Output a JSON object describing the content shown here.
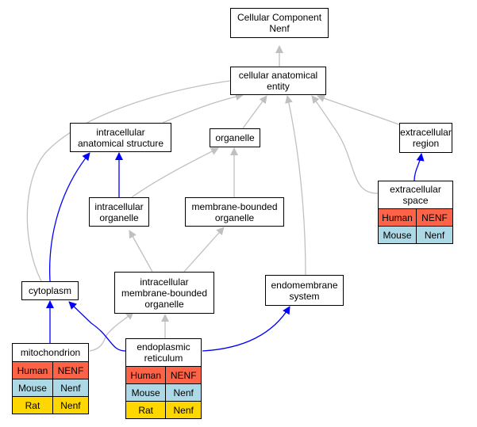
{
  "nodes": {
    "root": {
      "line1": "Cellular Component",
      "line2": "Nenf"
    },
    "cae": {
      "line1": "cellular anatomical",
      "line2": "entity"
    },
    "ias": {
      "line1": "intracellular",
      "line2": "anatomical structure"
    },
    "organelle": {
      "line1": "organelle"
    },
    "ecr": {
      "line1": "extracellular",
      "line2": "region"
    },
    "ico": {
      "line1": "intracellular",
      "line2": "organelle"
    },
    "mbo": {
      "line1": "membrane-bounded",
      "line2": "organelle"
    },
    "ecs": {
      "line1": "extracellular",
      "line2": "space"
    },
    "cytoplasm": {
      "line1": "cytoplasm"
    },
    "imbo": {
      "line1": "intracellular",
      "line2": "membrane-bounded",
      "line3": "organelle"
    },
    "endo": {
      "line1": "endomembrane",
      "line2": "system"
    },
    "mito": {
      "line1": "mitochondrion"
    },
    "er": {
      "line1": "endoplasmic",
      "line2": "reticulum"
    }
  },
  "tables": {
    "ecs": [
      {
        "species": "Human",
        "gene": "NENF"
      },
      {
        "species": "Mouse",
        "gene": "Nenf"
      }
    ],
    "mito": [
      {
        "species": "Human",
        "gene": "NENF"
      },
      {
        "species": "Mouse",
        "gene": "Nenf"
      },
      {
        "species": "Rat",
        "gene": "Nenf"
      }
    ],
    "er": [
      {
        "species": "Human",
        "gene": "NENF"
      },
      {
        "species": "Mouse",
        "gene": "Nenf"
      },
      {
        "species": "Rat",
        "gene": "Nenf"
      }
    ]
  },
  "colors": {
    "human": "#ff6347",
    "mouse": "#add8e6",
    "rat": "#ffd700",
    "edge_gray": "#c0c0c0",
    "edge_blue": "#0000ff"
  }
}
